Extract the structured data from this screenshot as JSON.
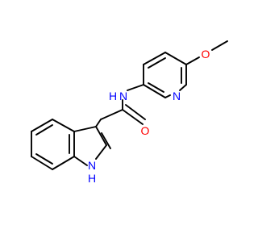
{
  "molecule": {
    "atoms": {
      "amide_n": {
        "symbol": "N",
        "hydrogen": "H",
        "color": "#0000ff"
      },
      "carbonyl_o": {
        "symbol": "O",
        "color": "#ff0000"
      },
      "methoxy_o": {
        "symbol": "O",
        "color": "#ff0000"
      },
      "pyridine_n": {
        "symbol": "N",
        "color": "#0000ff"
      },
      "indole_n": {
        "symbol": "N",
        "hydrogen": "H",
        "color": "#0000ff"
      }
    },
    "bond_color": "#000000"
  }
}
